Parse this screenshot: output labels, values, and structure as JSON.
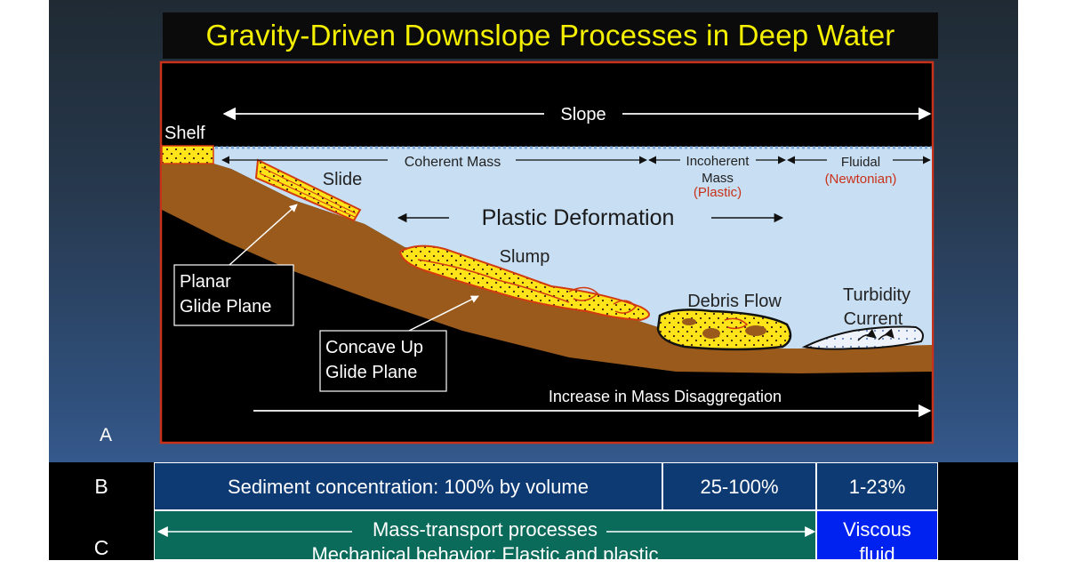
{
  "title": "Gravity-Driven Downslope Processes in Deep Water",
  "panel_label_a": "A",
  "figure": {
    "slope": "Slope",
    "shelf": "Shelf",
    "coherent_mass": "Coherent Mass",
    "incoherent": "Incoherent",
    "mass": "Mass",
    "plastic": "(Plastic)",
    "fluidal": "Fluidal",
    "newtonian": "(Newtonian)",
    "slide": "Slide",
    "plastic_deformation": "Plastic  Deformation",
    "slump": "Slump",
    "planar": "Planar",
    "glide_plane": "Glide Plane",
    "concave_up": "Concave Up",
    "debris_flow": "Debris Flow",
    "turbidity": "Turbidity",
    "current": "Current",
    "increase": "Increase in Mass Disaggregation"
  },
  "table": {
    "row_b": {
      "label": "B",
      "sediment": "Sediment concentration: 100% by volume",
      "mid": "25-100%",
      "right": "1-23%"
    },
    "row_c": {
      "label": "C",
      "mass_transport": "Mass-transport processes",
      "mechanical": "Mechanical behavior: Elastic and plastic",
      "viscous": "Viscous",
      "fluid": "fluid"
    }
  },
  "colors": {
    "title_text": "#f4f000",
    "water": "#c8def2",
    "sediment": "#9a5a1c",
    "sand": "#ffe41a",
    "red_outline": "#d23b10",
    "row_b": "#0d3a73",
    "row_c": "#0b6b5a",
    "viscous": "#0022f0"
  }
}
